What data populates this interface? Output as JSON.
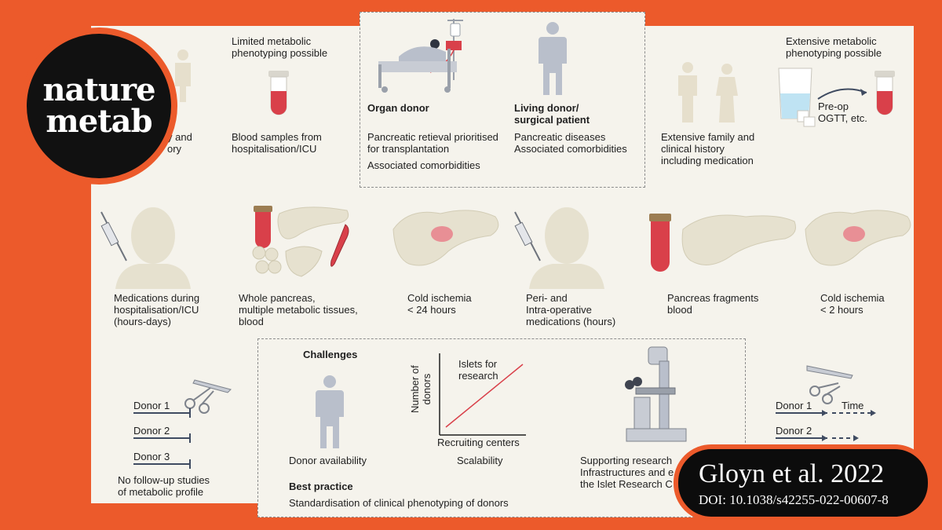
{
  "top_left": {
    "limited_title": "Limited metabolic\nphenotyping possible",
    "history_partial": "y and\nory",
    "blood_samples": "Blood samples from\nhospitalisation/ICU"
  },
  "top_center": {
    "organ_donor_title": "Organ donor",
    "organ_donor_line1": "Pancreatic retieval prioritised\nfor transplantation",
    "organ_donor_line2": "Associated comorbidities",
    "living_donor_title": "Living donor/\nsurgical patient",
    "living_donor_lines": "Pancreatic diseases\nAssociated comorbidities"
  },
  "top_right": {
    "extensive_title": "Extensive metabolic\nphenotyping possible",
    "preop": "Pre-op\nOGTT, etc.",
    "history": "Extensive family and\nclinical history\nincluding medication"
  },
  "middle": {
    "medications_icu": "Medications during\nhospitalisation/ICU\n(hours-days)",
    "whole_pancreas": "Whole pancreas,\nmultiple metabolic tissues,\nblood",
    "cold_24": "Cold ischemia\n< 24 hours",
    "peri_op": "Peri- and\nIntra-operative\nmedications (hours)",
    "fragments": "Pancreas fragments\nblood",
    "cold_2": "Cold ischemia\n< 2 hours"
  },
  "bottom_left": {
    "donor1": "Donor 1",
    "donor2": "Donor 2",
    "donor3": "Donor 3",
    "no_followup": "No follow-up studies\nof metabolic profile"
  },
  "challenges": {
    "title": "Challenges",
    "donor_availability": "Donor availability",
    "scalability": "Scalability",
    "best_practice_title": "Best practice",
    "best_practice_text": "Standardisation of clinical phenotyping of donors",
    "supporting": "Supporting research\nInfrastructures and e\nthe Islet Research C"
  },
  "chart_data": {
    "type": "line",
    "title": "",
    "xlabel": "Recruiting centers",
    "ylabel": "Number of\ndonors",
    "series": [
      {
        "name": "Islets for\nresearch",
        "x": [
          0,
          1
        ],
        "values": [
          0,
          1
        ]
      }
    ]
  },
  "bottom_right": {
    "donor1": "Donor 1",
    "donor2": "Donor 2",
    "time": "Time"
  },
  "brand": {
    "logo": "nature\nmetab",
    "citation": "Gloyn et al. 2022",
    "doi": "DOI: 10.1038/s42255-022-00607-8"
  },
  "colors": {
    "background": "#ec5a2b",
    "panel": "#f5f3ec",
    "figure": "#b9bfcb",
    "tissue": "#e6e1cf",
    "blood": "#d9404a",
    "line": "#d9404a",
    "arrow": "#3f4b61"
  }
}
